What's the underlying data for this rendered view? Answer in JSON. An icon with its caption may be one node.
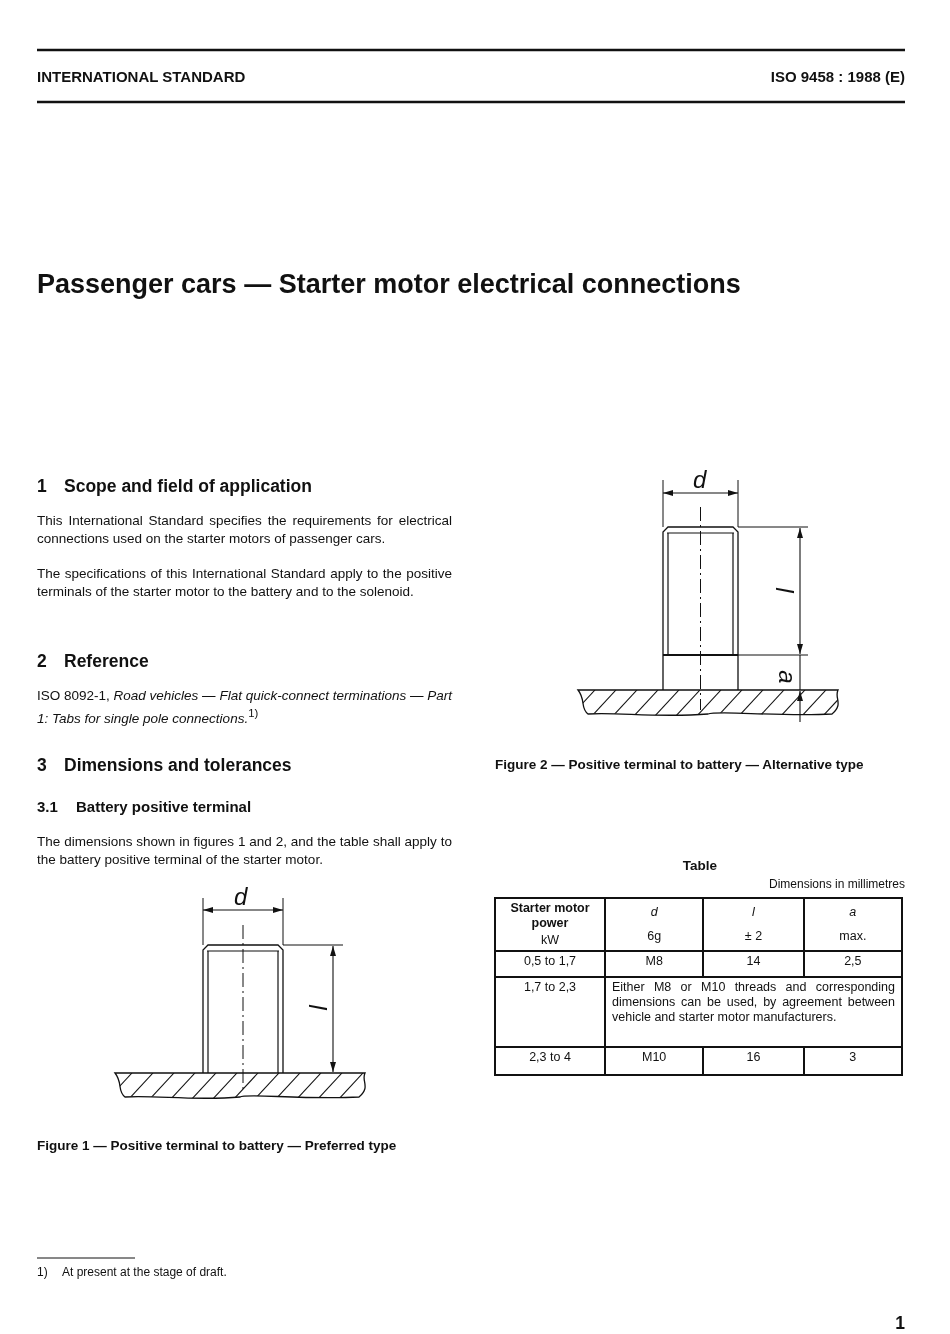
{
  "diagram": {
    "title": "Passenger cars — Starter motor electrical connections",
    "labels": [
      "INTERNATIONAL STANDARD",
      "ISO 9458 : 1988 (E)",
      "1",
      "Scope and field of application",
      "This International Standard specifies the requirements for electrical connections used on the starter motors of passenger cars.",
      "The specifications of this International Standard apply to the positive terminals of the starter motor to the battery and to the solenoid.",
      "2",
      "Reference",
      "ISO 8092-1, *Road vehicles — Flat quick-connect terminations — Part 1: Tabs for single pole connections.*$^{1)}$",
      "3",
      "Dimensions and tolerances",
      "3.1",
      "Battery positive terminal",
      "The dimensions shown in figures 1 and 2, and the table shall apply to the battery positive terminal of the starter motor.",
      "d",
      "l",
      "Figure 1 — Positive terminal to battery — Preferred type",
      "d",
      "l",
      "a",
      "Figure 2 — Positive terminal to battery — Alternative type",
      "Table",
      "Dimensions in millimetres",
      "Starter motor power",
      "kW",
      "d",
      "6g",
      "l",
      "± 2",
      "a",
      "max.",
      "0,5 to 1,7",
      "M8",
      "14",
      "2,5",
      "1,7 to 2,3",
      "Either M8 or M10 threads and corresponding dimensions can be used, by agreement between vehicle and starter motor manufacturers.",
      "2,3 to 4",
      "M10",
      "16",
      "3",
      "1)",
      "At present at the stage of draft.",
      "1"
    ]
  }
}
